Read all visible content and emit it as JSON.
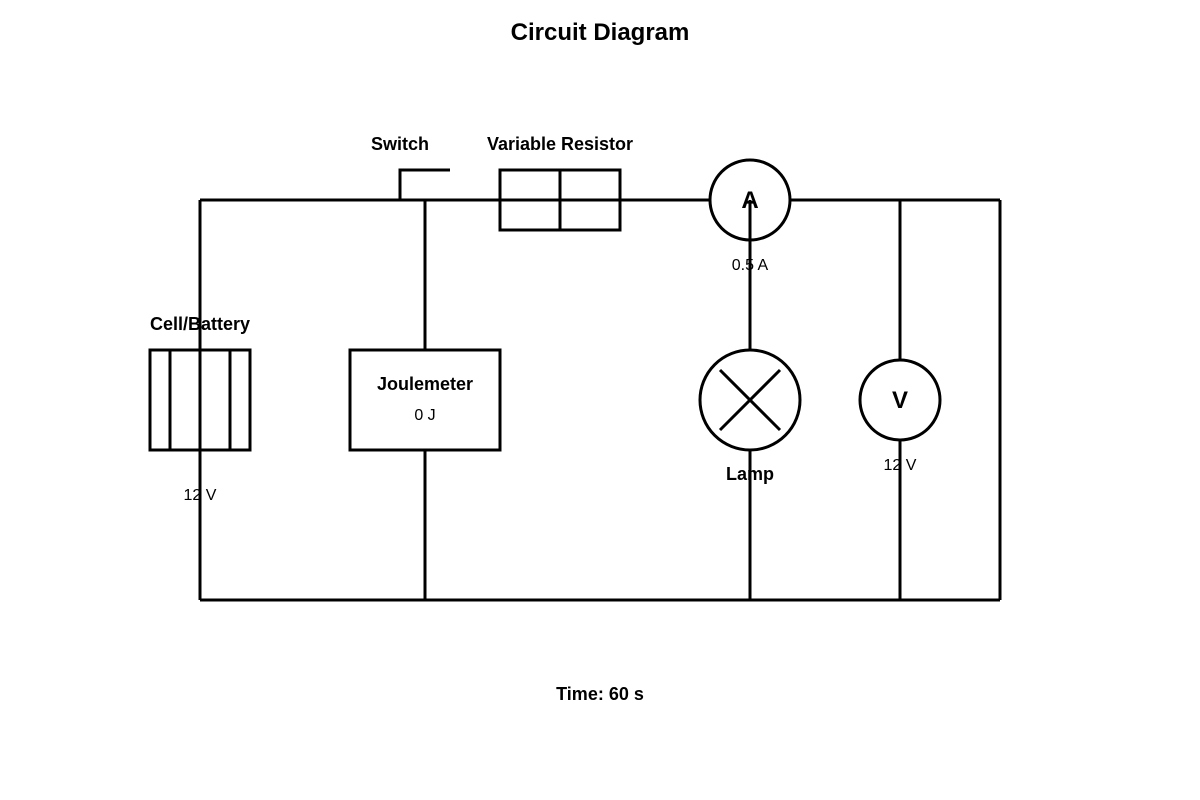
{
  "title": "Circuit Diagram",
  "components": {
    "battery": {
      "label": "Cell/Battery",
      "reading": "12 V"
    },
    "switch": {
      "label": "Switch"
    },
    "variable_resistor": {
      "label": "Variable Resistor"
    },
    "ammeter": {
      "symbol": "A",
      "reading": "0.5 A"
    },
    "joulemeter": {
      "label": "Joulemeter",
      "reading": "0 J"
    },
    "lamp": {
      "label": "Lamp"
    },
    "voltmeter": {
      "symbol": "V",
      "reading": "12 V"
    }
  },
  "time": "Time: 60 s",
  "colors": {
    "line": "#000000",
    "background": "#ffffff"
  }
}
